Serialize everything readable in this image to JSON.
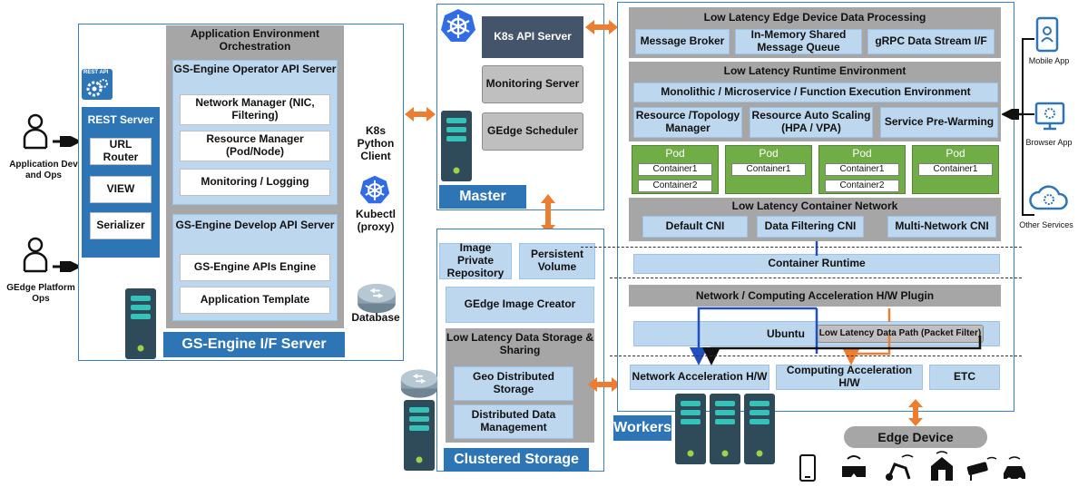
{
  "actors": {
    "app_dev": "Application Dev and  Ops",
    "platform_ops": "GEdge Platform Ops"
  },
  "rest_server": {
    "icon_caption": "REST API",
    "title": "REST Server",
    "items": [
      "URL Router",
      "VIEW",
      "Serializer"
    ]
  },
  "orchestration": {
    "title": "Application Environment Orchestration",
    "operator_api": {
      "title": "GS-Engine Operator API Server",
      "items": [
        "Network Manager (NIC, Filtering)",
        "Resource Manager (Pod/Node)",
        "Monitoring / Logging"
      ]
    },
    "develop_api": {
      "title": "GS-Engine Develop API Server",
      "items": [
        "GS-Engine APIs Engine",
        "Application Template"
      ]
    }
  },
  "k8s_client": {
    "python_client": "K8s Python Client",
    "kubectl": "Kubectl (proxy)",
    "database": "Database"
  },
  "if_server_label": "GS-Engine I/F Server",
  "master": {
    "api_server": "K8s API Server",
    "monitoring": "Monitoring Server",
    "scheduler": "GEdge Scheduler",
    "label": "Master"
  },
  "storage": {
    "image_repo": "Image Private Repository",
    "persistent_volume": "Persistent Volume",
    "image_creator": "GEdge Image Creator",
    "ll_title": "Low Latency Data Storage & Sharing",
    "geo": "Geo Distributed Storage",
    "ddm": "Distributed Data Management",
    "label": "Clustered Storage"
  },
  "workers": {
    "edge_processing": {
      "title": "Low Latency Edge Device Data Processing",
      "items": [
        "Message Broker",
        "In-Memory Shared Message Queue",
        "gRPC Data Stream I/F"
      ]
    },
    "runtime_env": {
      "title": "Low Latency Runtime Environment",
      "exec_env": "Monolithic / Microservice / Function Execution Environment",
      "items": [
        "Resource /Topology Manager",
        "Resource Auto Scaling (HPA / VPA)",
        "Service Pre-Warming"
      ]
    },
    "pods": [
      {
        "label": "Pod",
        "containers": [
          "Container1",
          "Container2"
        ]
      },
      {
        "label": "Pod",
        "containers": [
          "Container1"
        ]
      },
      {
        "label": "Pod",
        "containers": [
          "Container1",
          "Container2"
        ]
      },
      {
        "label": "Pod",
        "containers": [
          "Container1"
        ]
      }
    ],
    "container_network": {
      "title": "Low Latency Container Network",
      "items": [
        "Default CNI",
        "Data Filtering CNI",
        "Multi-Network CNI"
      ]
    },
    "container_runtime": "Container Runtime",
    "accel_plugin": "Network / Computing Acceleration H/W Plugin",
    "ubuntu": "Ubuntu",
    "packet_filter": "Low Latency  Data Path (Packet Filter)",
    "hw": [
      "Network Acceleration H/W",
      "Computing Acceleration H/W",
      "ETC"
    ],
    "label": "Workers"
  },
  "right_clients": [
    "Mobile App",
    "Browser App",
    "Other Services"
  ],
  "edge_device": "Edge Device",
  "colors": {
    "accent_blue": "#2e75b6",
    "light_blue": "#bdd7ee",
    "grey": "#a6a6a6",
    "pod_green": "#70ad47",
    "arrow_orange": "#ed7d31",
    "server_dark": "#2f4a58",
    "server_teal": "#35c2b9"
  }
}
